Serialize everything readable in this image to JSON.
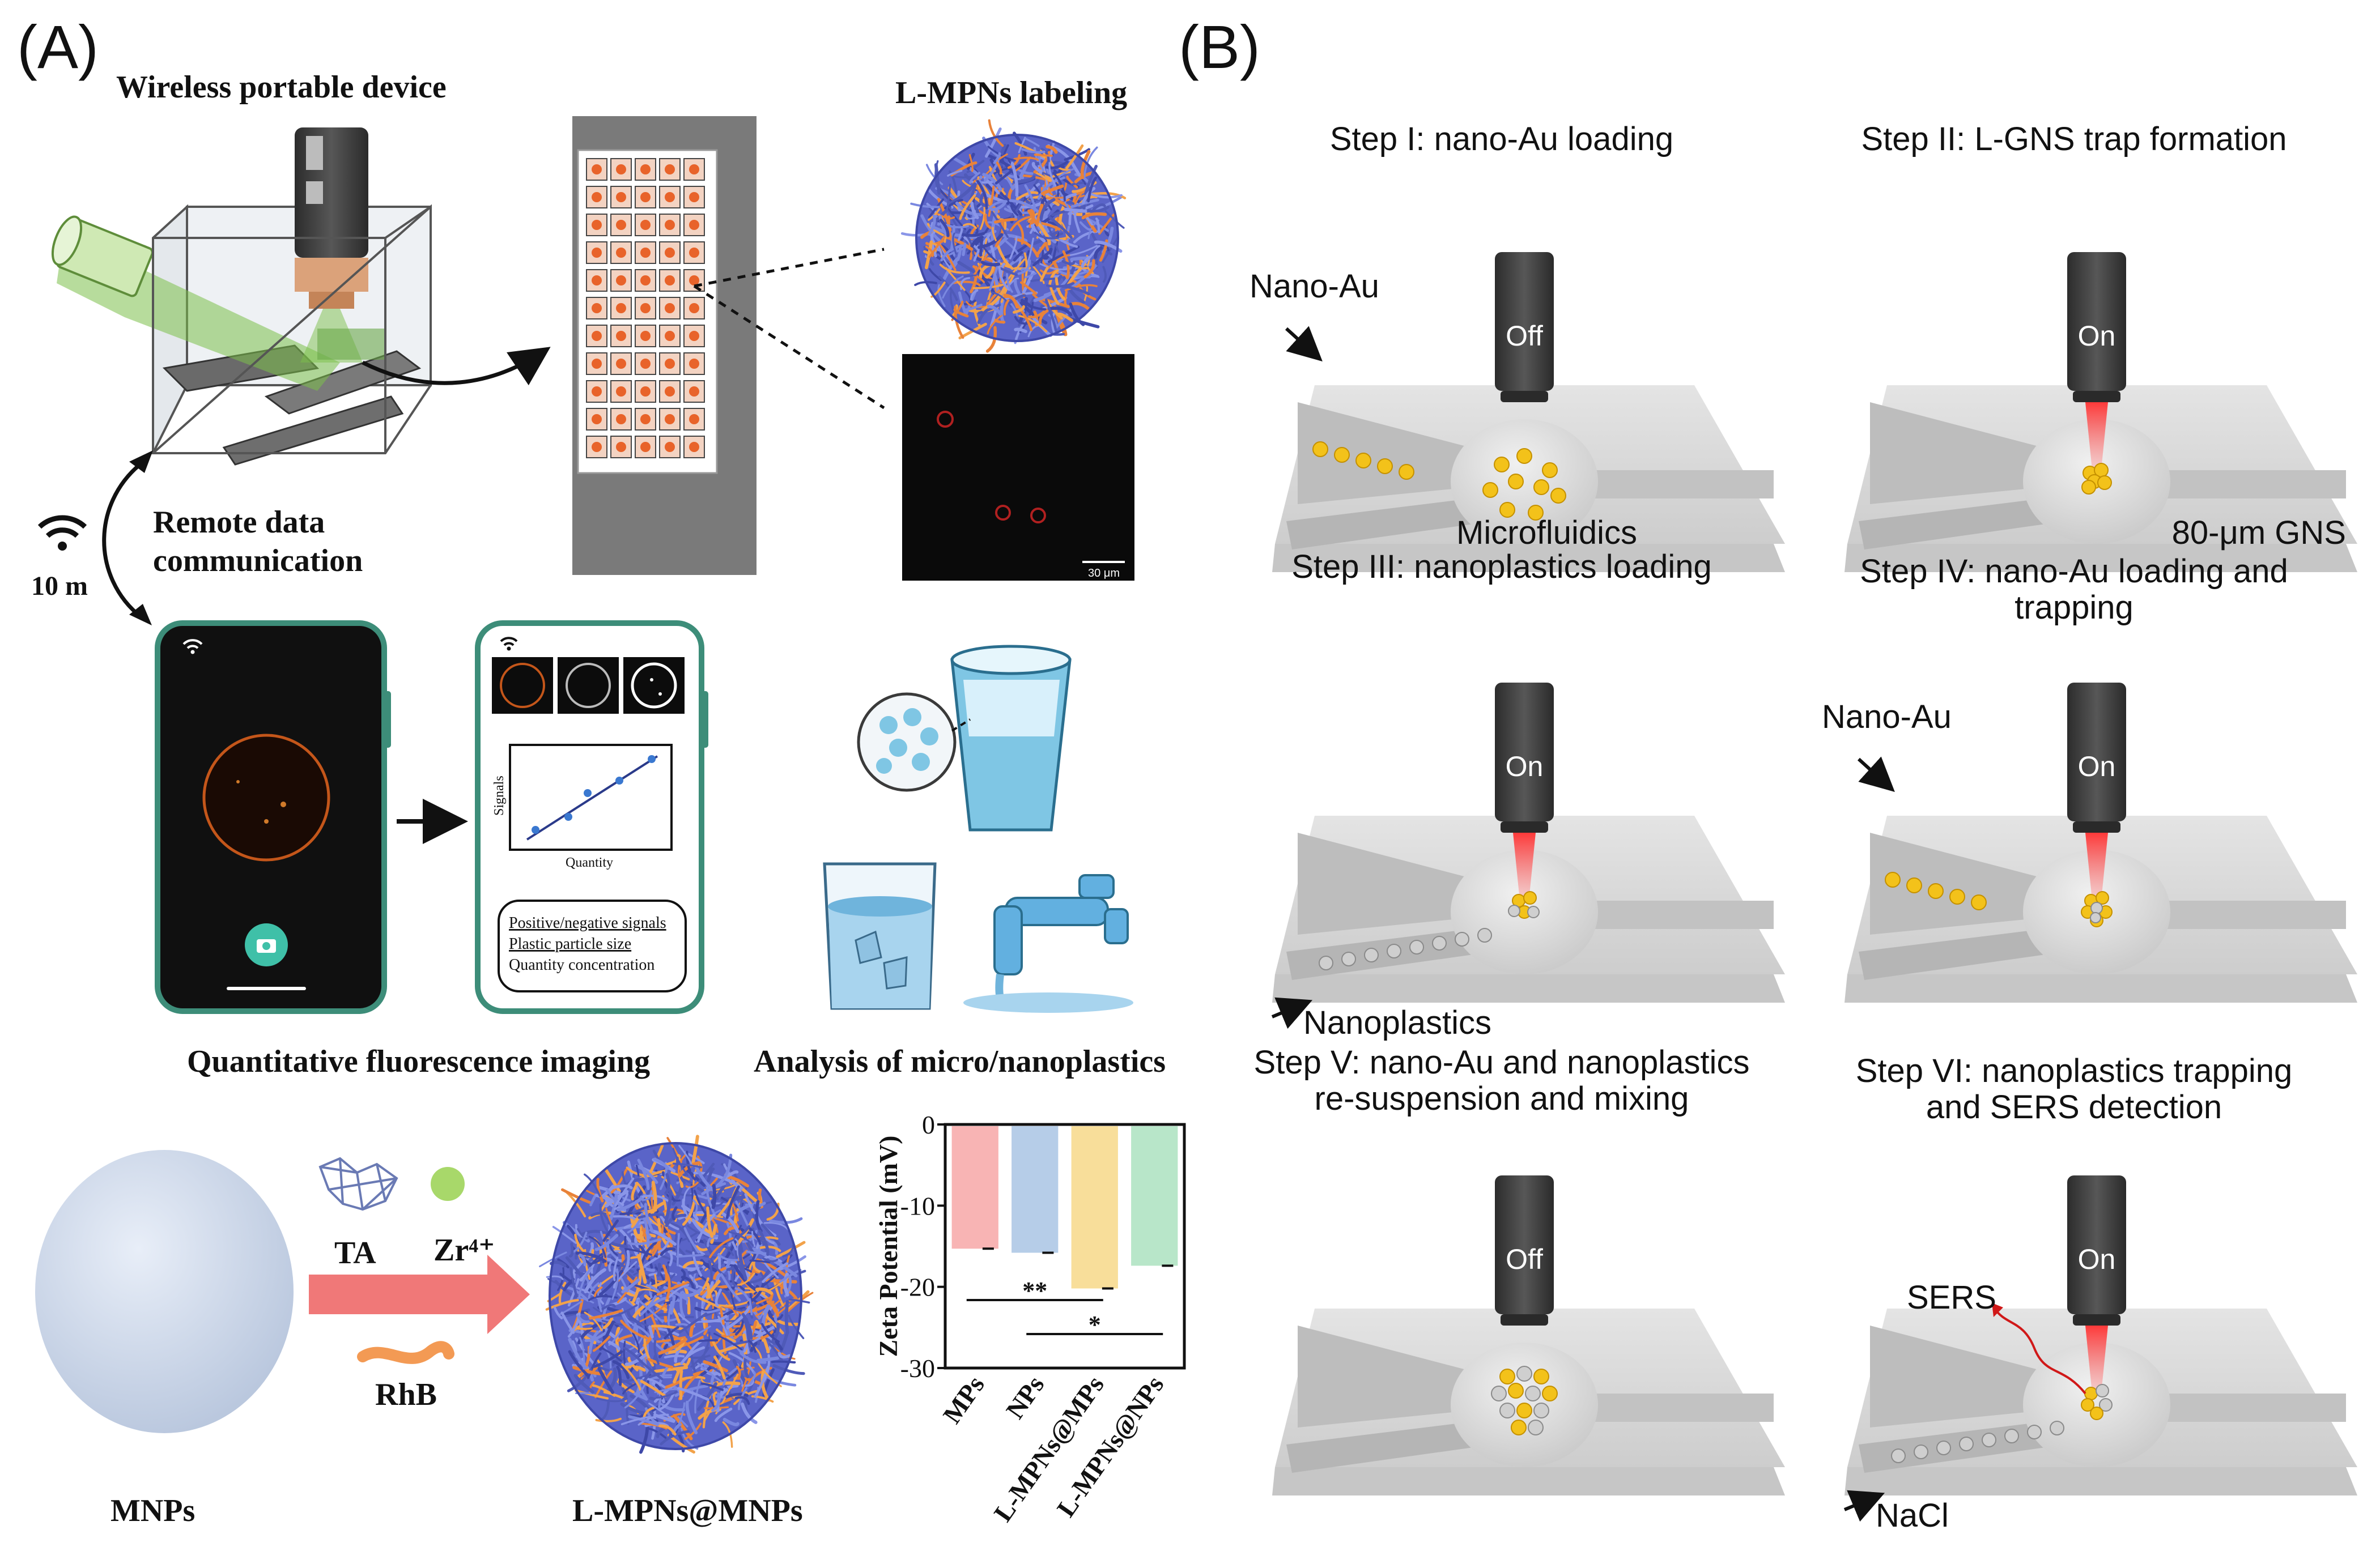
{
  "panels": {
    "a_label": "(A)",
    "b_label": "(B)"
  },
  "panel_a": {
    "wireless_title": "Wireless portable device",
    "labeling_title": "L-MPNs labeling",
    "remote_line1": "Remote data",
    "remote_line2": "communication",
    "distance": "10 m",
    "scale_bar": "30 μm",
    "plot_ylabel": "Signals",
    "plot_xlabel": "Quantity",
    "result_line1": "Positive/negative signals",
    "result_line2": "Plastic particle size",
    "result_line3": "Quantity concentration",
    "imaging_title": "Quantitative fluorescence imaging",
    "analysis_title": "Analysis of micro/nanoplastics",
    "ta_label": "TA",
    "zr_label": "Zr⁴⁺",
    "rhb_label": "RhB",
    "mnps_label": "MNPs",
    "lmpns_label": "L-MPNs@MNPs",
    "icons": [
      "wifi-icon",
      "camera-icon",
      "water-cup-icon",
      "beaker-icon",
      "faucet-icon"
    ],
    "colors": {
      "teal": "#3d8d79",
      "phone": "#101010",
      "arrow": "#f07878",
      "orange": "#e8823a",
      "network": "#5a64c8"
    }
  },
  "chart_data": {
    "type": "bar",
    "categories": [
      "MPs",
      "NPs",
      "L-MPNs@MPs",
      "L-MPNs@NPs"
    ],
    "values": [
      -15.3,
      -15.8,
      -20.2,
      -17.4
    ],
    "ylabel": "Zeta Potential (mV)",
    "ylim": [
      -30,
      0
    ],
    "yticks": [
      0,
      -10,
      -20,
      -30
    ],
    "ytick_labels": [
      "0",
      "-10",
      "-20",
      "-30"
    ],
    "colors": [
      "#f8b4b4",
      "#b6cde8",
      "#f8de9a",
      "#b8e6c9"
    ],
    "significance": [
      {
        "label": "**",
        "from": "MPs",
        "to": "L-MPNs@MPs"
      },
      {
        "label": "*",
        "from": "NPs",
        "to": "L-MPNs@NPs"
      }
    ]
  },
  "panel_b": {
    "steps": [
      {
        "title": [
          "Step I: nano-Au loading"
        ],
        "laser": "Off",
        "beam": false,
        "label": "Nano-Au",
        "label2": "Microfluidics",
        "label3": "",
        "state": "loading"
      },
      {
        "title": [
          "Step II: L-GNS trap formation"
        ],
        "laser": "On",
        "beam": true,
        "label": "",
        "label2": "",
        "label3": "80-μm GNS",
        "state": "trap"
      },
      {
        "title": [
          "Step III: nanoplastics loading"
        ],
        "laser": "On",
        "beam": true,
        "label": "",
        "label2": "Nanoplastics",
        "label3": "",
        "state": "np"
      },
      {
        "title": [
          "Step IV: nano-Au loading and",
          "trapping"
        ],
        "laser": "On",
        "beam": true,
        "label": "Nano-Au",
        "label2": "",
        "label3": "",
        "state": "np-au"
      },
      {
        "title": [
          "Step V: nano-Au and nanoplastics",
          "re-suspension and mixing"
        ],
        "laser": "Off",
        "beam": false,
        "label": "",
        "label2": "",
        "label3": "",
        "state": "mix"
      },
      {
        "title": [
          "Step VI: nanoplastics trapping",
          "and SERS detection"
        ],
        "laser": "On",
        "beam": true,
        "label": "SERS",
        "label2": "NaCl",
        "label3": "",
        "state": "sers"
      }
    ],
    "colors": {
      "chip": "#d6d6d6",
      "chip_dark": "#bdbdbd",
      "objective": "#3c3c3c",
      "gold": "#f3c21a",
      "beam": "#e8202a",
      "np": "#cfcfcf"
    }
  }
}
